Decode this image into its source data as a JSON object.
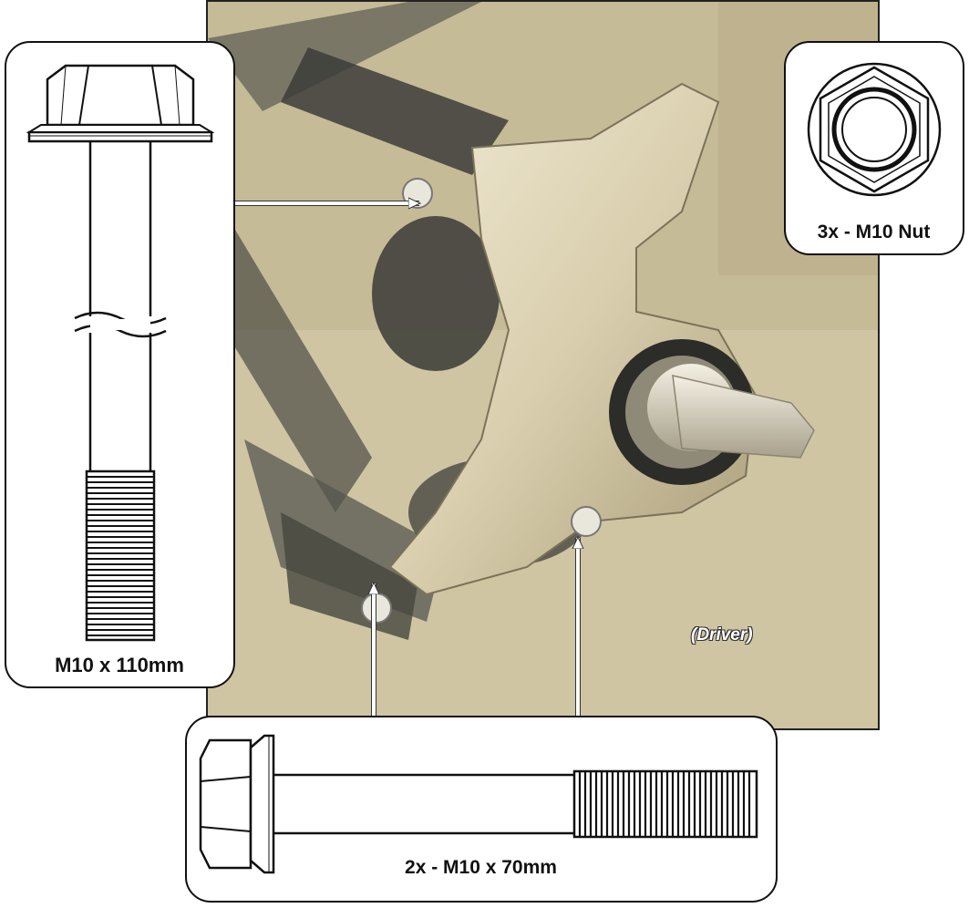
{
  "labels": {
    "bolt_long": "M10 x 110mm",
    "nut": "3x - M10 Nut",
    "bolt_short": "2x - M10 x 70mm",
    "side": "(Driver)"
  },
  "icons": {
    "long_bolt": "flange-bolt-vertical-icon",
    "nut": "hex-nut-icon",
    "short_bolt": "flange-bolt-horizontal-icon"
  }
}
